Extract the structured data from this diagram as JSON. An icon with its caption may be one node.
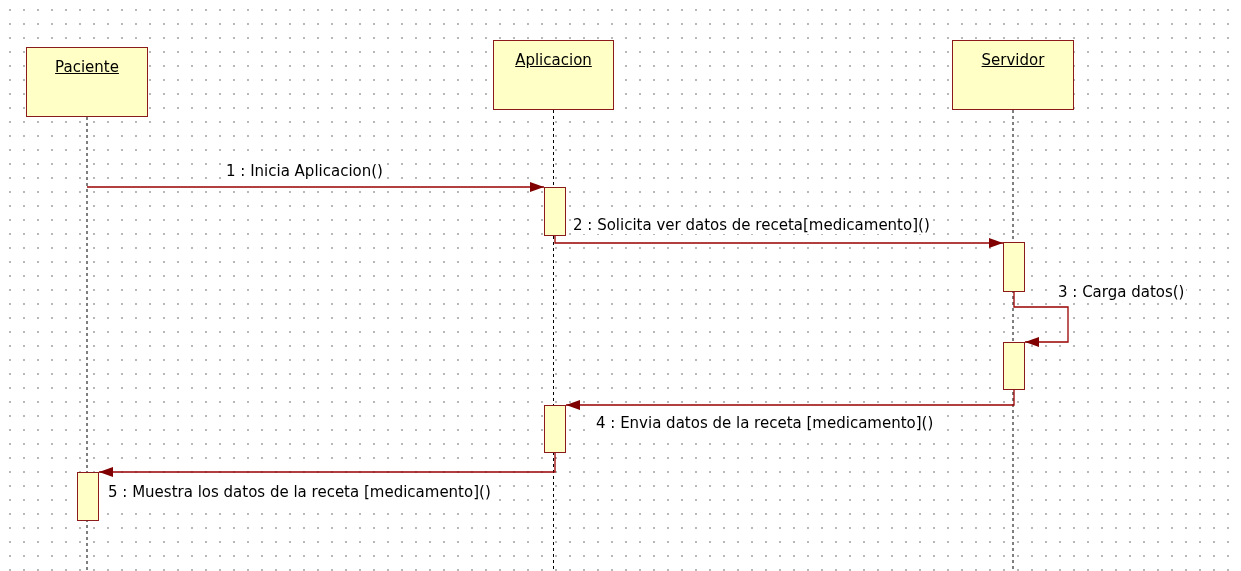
{
  "diagram": {
    "nodes": [
      {
        "text": [
          "Paciente"
        ]
      },
      {
        "text": [
          "Aplicacion"
        ]
      },
      {
        "text": [
          "Servidor"
        ]
      },
      {
        "text": [],
        "shape": "bar"
      },
      {
        "text": [],
        "shape": "bar"
      },
      {
        "text": [],
        "shape": "bar"
      },
      {
        "text": [],
        "shape": "bar"
      },
      {
        "text": [],
        "shape": "bar"
      }
    ],
    "edges": [
      {
        "from": 0,
        "to": 3,
        "arrow": "to",
        "label": "1 : Inicia Aplicacion()"
      },
      {
        "from": 3,
        "to": 4,
        "arrow": "to",
        "label": "2 : Solicita ver datos de receta[medicamento]()"
      },
      {
        "from": 4,
        "to": 5,
        "arrow": "to",
        "label": "3 : Carga datos()"
      },
      {
        "from": 5,
        "to": 6,
        "arrow": "to",
        "label": "4 : Envia datos de la receta [medicamento]()"
      },
      {
        "from": 6,
        "to": 7,
        "arrow": "to",
        "label": "5 : Muestra los datos de la receta [medicamento]()"
      }
    ]
  }
}
